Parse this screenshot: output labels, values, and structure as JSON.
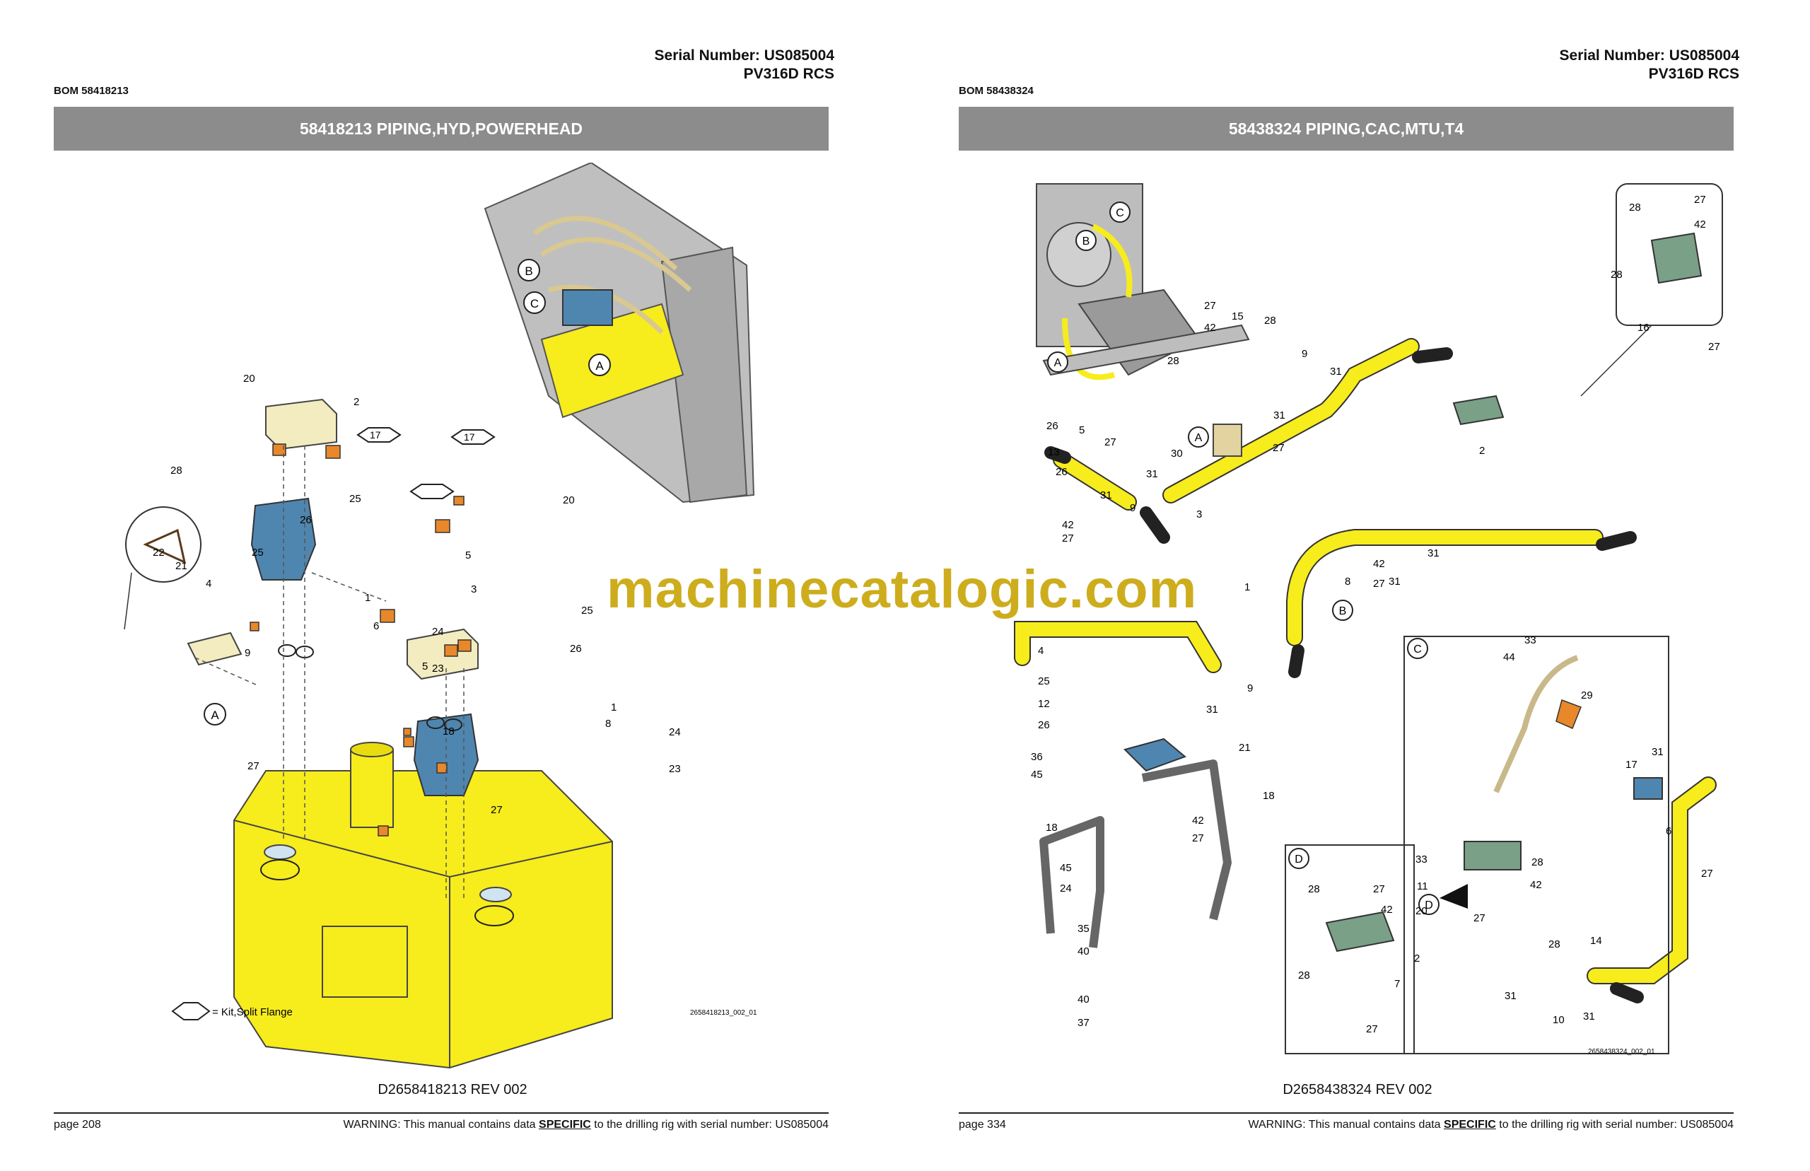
{
  "left": {
    "serial_line": "Serial Number: US085004",
    "model_line": "PV316D RCS",
    "bom": "BOM 58418213",
    "title": "58418213 PIPING,HYD,POWERHEAD",
    "doc_ref": "D2658418213 REV 002",
    "page_no": "page 208",
    "fig_code": "2658418213_002_01",
    "legend_text": "= Kit,Split Flange",
    "callout_letters": [
      "A",
      "B",
      "C"
    ],
    "view_label": "A",
    "part_labels": [
      "20",
      "2",
      "17",
      "28",
      "25",
      "26",
      "22",
      "21",
      "4",
      "1",
      "6",
      "9",
      "24",
      "23",
      "27",
      "25",
      "5",
      "3",
      "17",
      "20",
      "25",
      "26",
      "5",
      "18",
      "1",
      "8",
      "24",
      "23",
      "27"
    ]
  },
  "right": {
    "serial_line": "Serial Number: US085004",
    "model_line": "PV316D RCS",
    "bom": "BOM 58438324",
    "title": "58438324 PIPING,CAC,MTU,T4",
    "doc_ref": "D2658438324 REV 002",
    "page_no": "page 334",
    "fig_code": "2658438324_002_01",
    "callout_letters": [
      "A",
      "B",
      "C",
      "D"
    ],
    "part_labels": [
      "27",
      "42",
      "15",
      "28",
      "28",
      "9",
      "31",
      "31",
      "27",
      "2",
      "26",
      "5",
      "27",
      "30",
      "31",
      "13",
      "26",
      "31",
      "9",
      "3",
      "42",
      "27",
      "1",
      "42",
      "27",
      "31",
      "8",
      "31",
      "4",
      "25",
      "12",
      "26",
      "31",
      "9",
      "21",
      "36",
      "45",
      "18",
      "18",
      "42",
      "27",
      "45",
      "24",
      "35",
      "40",
      "40",
      "37",
      "28",
      "27",
      "42",
      "28",
      "7",
      "27",
      "33",
      "44",
      "29",
      "31",
      "17",
      "6",
      "27",
      "33",
      "11",
      "28",
      "20",
      "42",
      "27",
      "28",
      "14",
      "2",
      "31",
      "10",
      "31",
      "28",
      "27",
      "42",
      "16",
      "28",
      "27"
    ]
  },
  "warning_prefix": "WARNING:  This manual contains data ",
  "warning_emph": "SPECIFIC",
  "warning_suffix": " to the drilling rig with serial number: US085004",
  "watermark": "machinecatalogic.com",
  "colors": {
    "title_bar": "#8c8c8c",
    "highlight_yellow": "#f7ec1c",
    "pump_blue": "#4f86b0",
    "fitting_orange": "#e8882a",
    "watermark": "#c9a70a"
  }
}
